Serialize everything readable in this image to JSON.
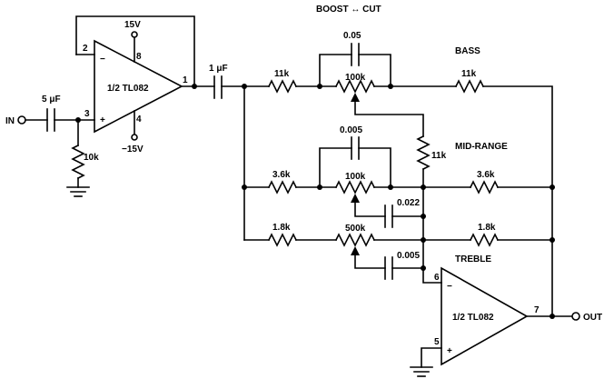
{
  "labels": {
    "boost_cut": "BOOST ↔ CUT",
    "bass": "BASS",
    "mid_range": "MID-RANGE",
    "treble": "TREBLE",
    "input": "IN",
    "output": "OUT"
  },
  "opamp1": {
    "name": "1/2 TL082",
    "inv_sign": "−",
    "noninv_sign": "+",
    "pin_inv": "2",
    "pin_noninv": "3",
    "pin_out": "1",
    "pin_vpos": "8",
    "pin_vneg": "4",
    "vpos": "15V",
    "vneg": "−15V"
  },
  "opamp2": {
    "name": "1/2 TL082",
    "inv_sign": "−",
    "noninv_sign": "+",
    "pin_inv": "6",
    "pin_noninv": "5",
    "pin_out": "7"
  },
  "components": {
    "c_in": "5 μF",
    "r_in": "10k",
    "c_couple": "1 μF",
    "bass_r_left": "11k",
    "bass_cap": "0.05",
    "bass_pot": "100k",
    "bass_r_right": "11k",
    "bass_wiper_r": "11k",
    "mid_r_left": "3.6k",
    "mid_cap_top": "0.005",
    "mid_pot": "100k",
    "mid_cap_low": "0.022",
    "mid_r_right": "3.6k",
    "treble_r_left": "1.8k",
    "treble_pot": "500k",
    "treble_cap": "0.005",
    "treble_r_right": "1.8k"
  }
}
